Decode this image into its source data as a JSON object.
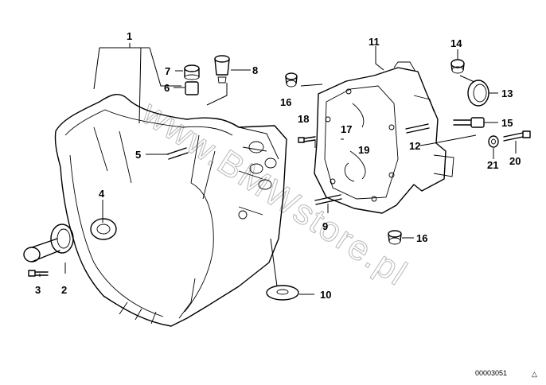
{
  "watermark": "www.BMWstore.pl",
  "document_number": "00003051",
  "corner_symbol": "△",
  "callouts": {
    "c1": "1",
    "c2": "2",
    "c3": "3",
    "c4": "4",
    "c5": "5",
    "c6": "6",
    "c7": "7",
    "c8": "8",
    "c9": "9",
    "c10": "10",
    "c11": "11",
    "c12": "12",
    "c13": "13",
    "c14": "14",
    "c15": "15",
    "c16a": "16",
    "c16b": "16",
    "c17": "17",
    "c18": "18",
    "c19": "19",
    "c20": "20",
    "c21": "21"
  }
}
